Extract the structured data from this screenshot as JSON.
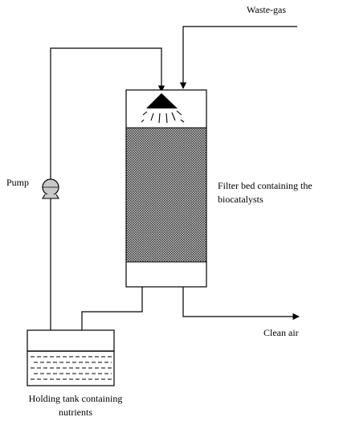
{
  "labels": {
    "waste_gas": "Waste-gas",
    "pump": "Pump",
    "filter_bed": "Filter bed containing the biocatalysts",
    "clean_air": "Clean air",
    "holding_tank": "Holding tank containing nutrients"
  },
  "colors": {
    "line": "#000000",
    "packing_dark": "#3a3a3a",
    "packing_light": "#cfcfcf",
    "pump_fill": "#c8c8c8"
  }
}
